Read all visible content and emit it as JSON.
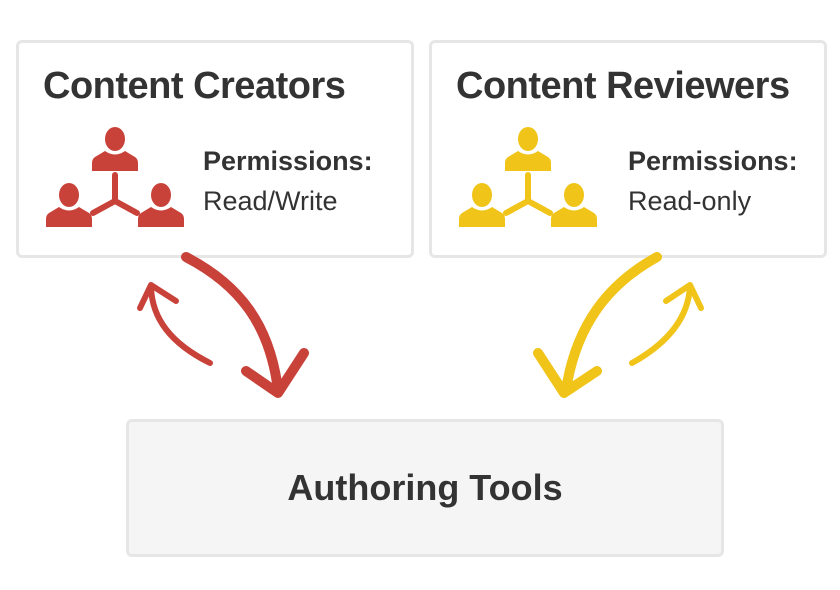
{
  "colors": {
    "creators": "#c9423a",
    "reviewers": "#f0c419",
    "border": "#e6e6e6",
    "tools_bg": "#f5f5f5",
    "text": "#333333"
  },
  "creators": {
    "title": "Content Creators",
    "permissions_label": "Permissions:",
    "permissions_value": "Read/Write",
    "icon": "user-group-icon"
  },
  "reviewers": {
    "title": "Content Reviewers",
    "permissions_label": "Permissions:",
    "permissions_value": "Read-only",
    "icon": "user-group-icon"
  },
  "tools": {
    "title": "Authoring Tools"
  },
  "connections": [
    {
      "from": "creators",
      "to": "tools",
      "style": "thick"
    },
    {
      "from": "tools",
      "to": "creators",
      "style": "thin"
    },
    {
      "from": "reviewers",
      "to": "tools",
      "style": "thick"
    },
    {
      "from": "tools",
      "to": "reviewers",
      "style": "thin"
    }
  ]
}
